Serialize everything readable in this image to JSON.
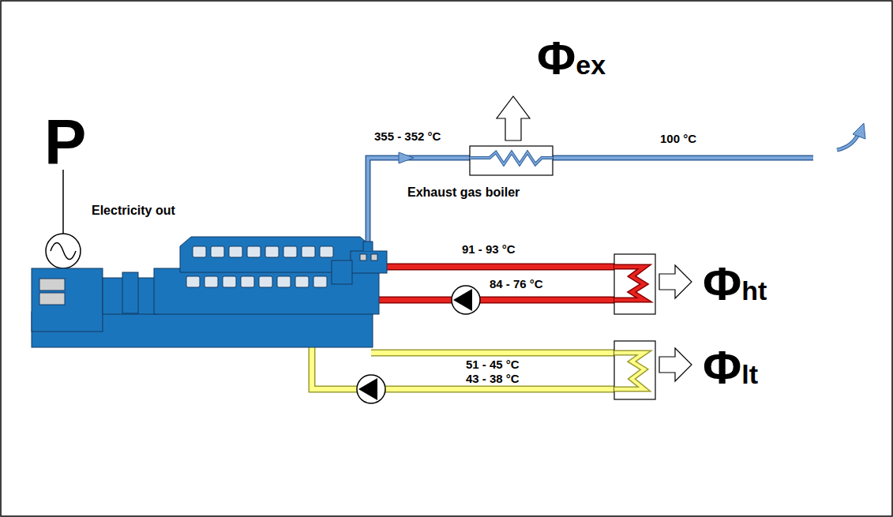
{
  "diagram": {
    "nodes": [
      {
        "text": [
          "Exhaust gas boiler"
        ]
      }
    ],
    "labels": [
      "P",
      "Electricity out",
      "Φex",
      "355 - 352 °C",
      "100 °C",
      "91 - 93 °C",
      "84 - 76 °C",
      "Φht",
      "51 - 45 °C",
      "43 - 38 °C",
      "Φlt"
    ]
  }
}
